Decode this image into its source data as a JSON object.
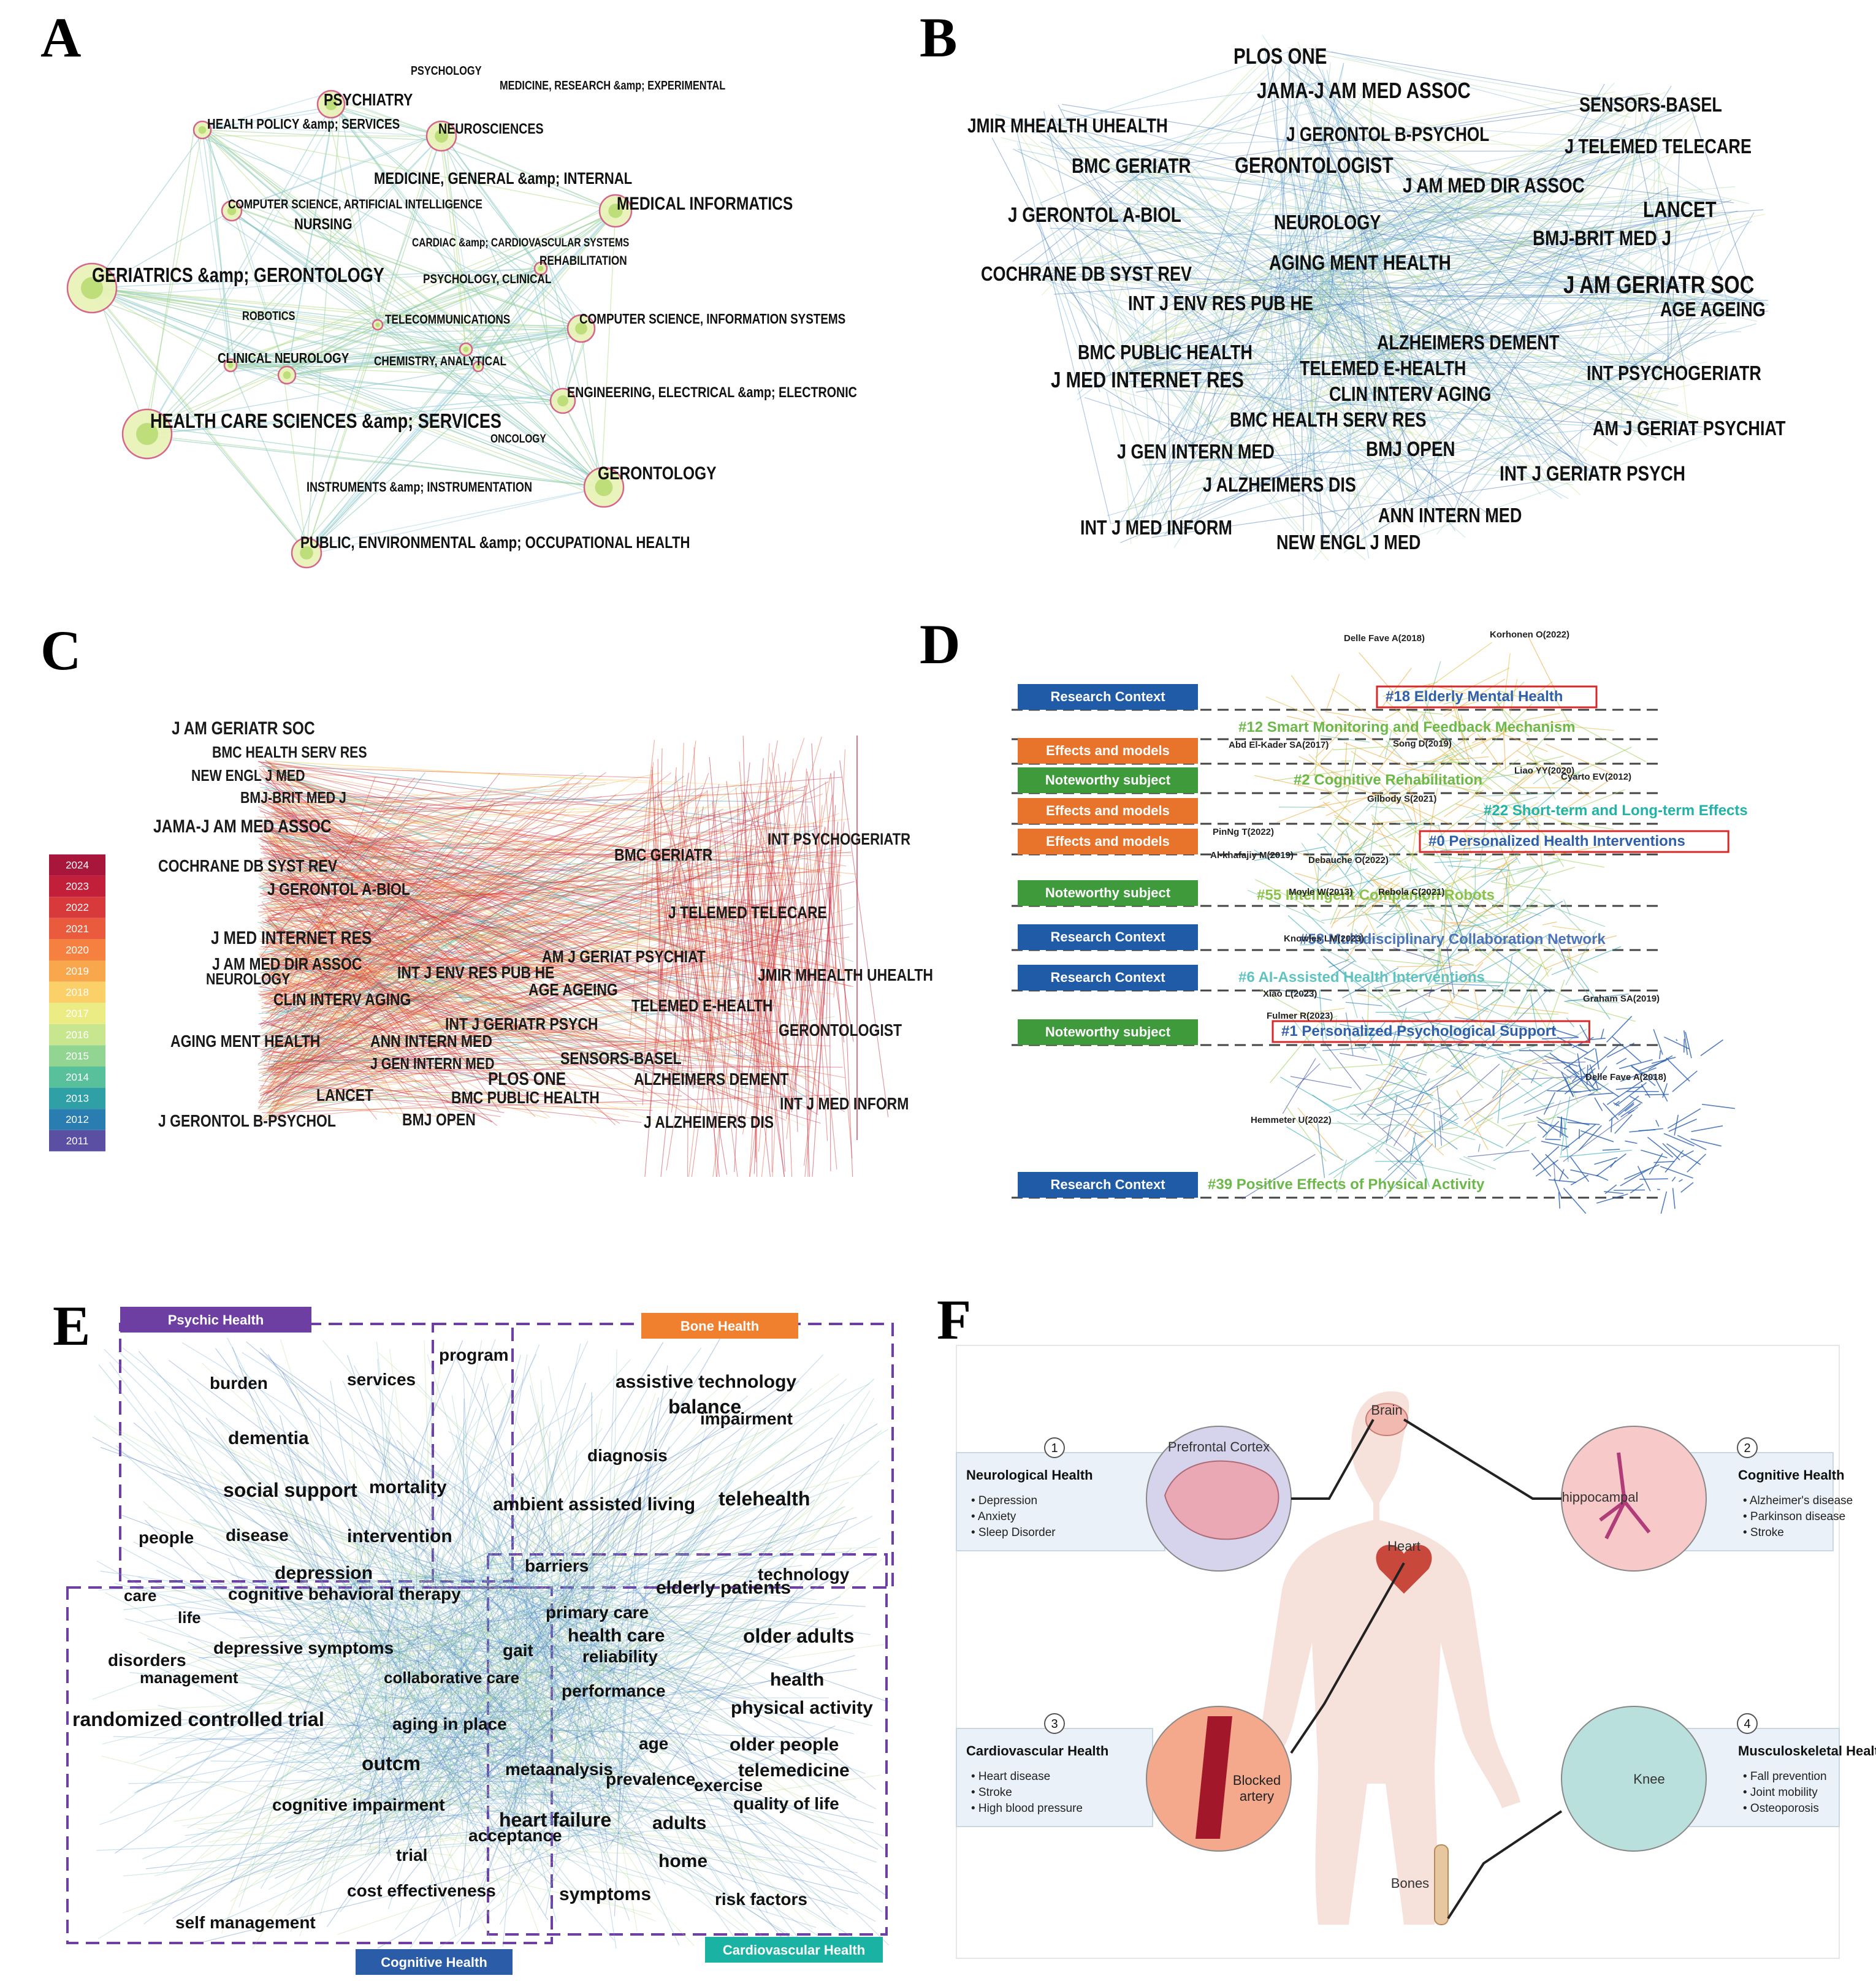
{
  "panel_letters": [
    "A",
    "B",
    "C",
    "D",
    "E",
    "F"
  ],
  "panel_a": {
    "labels": [
      "PSYCHOLOGY",
      "MEDICINE, RESEARCH &amp; EXPERIMENTAL",
      "PSYCHIATRY",
      "HEALTH POLICY &amp; SERVICES",
      "NEUROSCIENCES",
      "MEDICINE, GENERAL &amp; INTERNAL",
      "COMPUTER SCIENCE, ARTIFICIAL INTELLIGENCE",
      "MEDICAL INFORMATICS",
      "NURSING",
      "CARDIAC &amp; CARDIOVASCULAR SYSTEMS",
      "REHABILITATION",
      "GERIATRICS &amp; GERONTOLOGY",
      "PSYCHOLOGY, CLINICAL",
      "ROBOTICS",
      "TELECOMMUNICATIONS",
      "COMPUTER SCIENCE, INFORMATION SYSTEMS",
      "CLINICAL NEUROLOGY",
      "CHEMISTRY, ANALYTICAL",
      "ENGINEERING, ELECTRICAL &amp; ELECTRONIC",
      "HEALTH CARE SCIENCES &amp; SERVICES",
      "ONCOLOGY",
      "GERONTOLOGY",
      "INSTRUMENTS &amp; INSTRUMENTATION",
      "PUBLIC, ENVIRONMENTAL &amp; OCCUPATIONAL HEALTH"
    ]
  },
  "panel_b": {
    "labels": [
      "PLOS ONE",
      "JAMA-J AM MED ASSOC",
      "SENSORS-BASEL",
      "JMIR MHEALTH UHEALTH",
      "J GERONTOL B-PSYCHOL",
      "J TELEMED TELECARE",
      "BMC GERIATR",
      "GERONTOLOGIST",
      "J AM MED DIR ASSOC",
      "LANCET",
      "J GERONTOL A-BIOL",
      "NEUROLOGY",
      "BMJ-BRIT MED J",
      "COCHRANE DB SYST REV",
      "AGING MENT HEALTH",
      "J AM GERIATR SOC",
      "INT J ENV RES PUB HE",
      "AGE AGEING",
      "ALZHEIMERS DEMENT",
      "BMC PUBLIC HEALTH",
      "TELEMED E-HEALTH",
      "INT PSYCHOGERIATR",
      "J MED INTERNET RES",
      "CLIN INTERV AGING",
      "BMC HEALTH SERV RES",
      "AM J GERIAT PSYCHIAT",
      "J GEN INTERN MED",
      "BMJ OPEN",
      "INT J GERIATR PSYCH",
      "J ALZHEIMERS DIS",
      "ANN INTERN MED",
      "INT J MED INFORM",
      "NEW ENGL J MED"
    ]
  },
  "panel_c": {
    "years": [
      "2024",
      "2023",
      "2022",
      "2021",
      "2020",
      "2019",
      "2018",
      "2017",
      "2016",
      "2015",
      "2014",
      "2013",
      "2012",
      "2011"
    ],
    "year_colors": [
      "#a8163b",
      "#c21f3a",
      "#d83a3b",
      "#ea5a3c",
      "#f5803f",
      "#f9a74d",
      "#fbd068",
      "#ecec84",
      "#c8e68e",
      "#92d492",
      "#59c09c",
      "#2fa1a6",
      "#2a7db0",
      "#5a4fa3"
    ],
    "labels": [
      "J AM GERIATR SOC",
      "BMC HEALTH SERV RES",
      "NEW ENGL J MED",
      "BMJ-BRIT MED J",
      "JAMA-J AM MED ASSOC",
      "INT PSYCHOGERIATR",
      "BMC GERIATR",
      "COCHRANE DB SYST REV",
      "J GERONTOL A-BIOL",
      "J TELEMED TELECARE",
      "J MED INTERNET RES",
      "AM J GERIAT PSYCHIAT",
      "J AM MED DIR ASSOC",
      "INT J ENV RES PUB HE",
      "JMIR MHEALTH UHEALTH",
      "NEUROLOGY",
      "AGE AGEING",
      "CLIN INTERV AGING",
      "TELEMED E-HEALTH",
      "INT J GERIATR PSYCH",
      "GERONTOLOGIST",
      "AGING MENT HEALTH",
      "ANN INTERN MED",
      "SENSORS-BASEL",
      "J GEN INTERN MED",
      "PLOS ONE",
      "ALZHEIMERS DEMENT",
      "LANCET",
      "BMC PUBLIC HEALTH",
      "INT J MED INFORM",
      "J GERONTOL B-PSYCHOL",
      "BMJ OPEN",
      "J ALZHEIMERS DIS"
    ]
  },
  "panel_d": {
    "rows": [
      {
        "tag": "Research Context",
        "tag_color": "#1f5ba6",
        "cluster": "#18 Elderly Mental Health",
        "cluster_color": "#2f5fa8",
        "boxed": true
      },
      {
        "tag": "",
        "tag_color": "",
        "cluster": "#12 Smart Monitoring and Feedback Mechanism",
        "cluster_color": "#6cb84a",
        "boxed": false
      },
      {
        "tag": "Effects and models",
        "tag_color": "#e8742c",
        "cluster": "",
        "cluster_color": "",
        "boxed": false
      },
      {
        "tag": "Noteworthy subject",
        "tag_color": "#3f9a3c",
        "cluster": "#2 Cognitive Rehabilitation",
        "cluster_color": "#6cb84a",
        "boxed": false
      },
      {
        "tag": "Effects and models",
        "tag_color": "#e8742c",
        "cluster": "#22 Short-term and Long-term Effects",
        "cluster_color": "#22b3a7",
        "boxed": false
      },
      {
        "tag": "Effects and models",
        "tag_color": "#e8742c",
        "cluster": "#0 Personalized Health Interventions",
        "cluster_color": "#2f5fa8",
        "boxed": true
      },
      {
        "tag": "Noteworthy subject",
        "tag_color": "#3f9a3c",
        "cluster": "#55 Intelligent Companion Robots",
        "cluster_color": "#8bc34a",
        "boxed": false
      },
      {
        "tag": "Research Context",
        "tag_color": "#1f5ba6",
        "cluster": "#58 Multidisciplinary Collaboration Network",
        "cluster_color": "#4b73b8",
        "boxed": false
      },
      {
        "tag": "Research Context",
        "tag_color": "#1f5ba6",
        "cluster": "#6 AI-Assisted Health Interventions",
        "cluster_color": "#5fc3c0",
        "boxed": false
      },
      {
        "tag": "Noteworthy subject",
        "tag_color": "#3f9a3c",
        "cluster": "#1 Personalized Psychological Support",
        "cluster_color": "#2f5fa8",
        "boxed": true
      },
      {
        "tag": "Research Context",
        "tag_color": "#1f5ba6",
        "cluster": "#39 Positive Effects of Physical Activity",
        "cluster_color": "#6cb84a",
        "boxed": false
      }
    ],
    "authors": [
      "Delle Fave A(2018)",
      "Korhonen O(2022)",
      "Abd El-Kader SA(2017)",
      "Song D(2019)",
      "Liao YY(2020)",
      "Cyarto EV(2012)",
      "Gilbody S(2021)",
      "PinNg T(2022)",
      "Al-khafajiy M(2019)",
      "Debauche O(2022)",
      "Moyle W(2013)",
      "Rebola C(2021)",
      "Knowles LM(2023)",
      "Xiao L(2023)",
      "Graham SA(2019)",
      "Fulmer R(2023)",
      "Delle Fave A(2018)",
      "Hemmeter U(2022)"
    ]
  },
  "panel_e": {
    "groups": [
      {
        "label": "Psychic Health",
        "color": "#6e3fa3"
      },
      {
        "label": "Bone Health",
        "color": "#f07f2e"
      },
      {
        "label": "Cognitive Health",
        "color": "#2b5ca8"
      },
      {
        "label": "Cardiovascular Health",
        "color": "#1ab3a3"
      }
    ],
    "keywords": [
      "program",
      "burden",
      "services",
      "assistive technology",
      "balance",
      "impairment",
      "dementia",
      "diagnosis",
      "social support",
      "mortality",
      "ambient assisted living",
      "telehealth",
      "people",
      "disease",
      "intervention",
      "barriers",
      "depression",
      "technology",
      "care",
      "cognitive behavioral therapy",
      "elderly patients",
      "life",
      "primary care",
      "depressive symptoms",
      "health care",
      "older adults",
      "disorders",
      "gait",
      "reliability",
      "management",
      "collaborative care",
      "health",
      "performance",
      "physical activity",
      "randomized controlled trial",
      "aging in place",
      "age",
      "older people",
      "outcm",
      "metaanalysis",
      "telemedicine",
      "prevalence",
      "exercise",
      "quality of life",
      "cognitive impairment",
      "heart failure",
      "adults",
      "acceptance",
      "trial",
      "home",
      "cost effectiveness",
      "symptoms",
      "risk factors",
      "self management"
    ]
  },
  "panel_f": {
    "body_labels": {
      "brain": "Brain",
      "heart": "Heart",
      "bones": "Bones"
    },
    "circles": {
      "prefrontal": "Prefrontal Cortex",
      "hippocampal": "hippocampal",
      "artery": "Blocked\nartery",
      "knee": "Knee"
    },
    "boxes": [
      {
        "num": "1",
        "title": "Neurological Health",
        "items": [
          "Depression",
          "Anxiety",
          "Sleep Disorder"
        ]
      },
      {
        "num": "2",
        "title": "Cognitive Health",
        "items": [
          "Alzheimer's disease",
          "Parkinson disease",
          "Stroke"
        ]
      },
      {
        "num": "3",
        "title": "Cardiovascular Health",
        "items": [
          "Heart disease",
          "Stroke",
          "High blood pressure"
        ]
      },
      {
        "num": "4",
        "title": "Musculoskeletal Health",
        "items": [
          "Fall prevention",
          "Joint mobility",
          "Osteoporosis"
        ]
      }
    ]
  }
}
